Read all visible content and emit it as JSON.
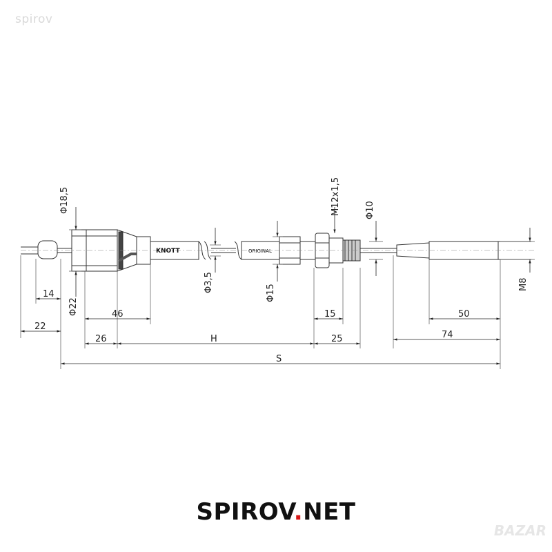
{
  "watermark": "spirov",
  "brand": {
    "name": "SPIROV",
    "dot": ".",
    "tld": "NET"
  },
  "badge": "BAZAR",
  "part_labels": {
    "maker": "KNOTT",
    "original": "ORIGINAL"
  },
  "dimensions": {
    "d18_5": "Φ18,5",
    "d22": "Φ22",
    "d3_5": "Φ3,5",
    "d15": "Φ15",
    "m12": "M12x1,5",
    "d10": "Φ10",
    "m8": "M8",
    "l14": "14",
    "l22": "22",
    "l46": "46",
    "l26": "26",
    "lH": "H",
    "l15": "15",
    "l25": "25",
    "l50": "50",
    "l74": "74",
    "lS": "S"
  }
}
